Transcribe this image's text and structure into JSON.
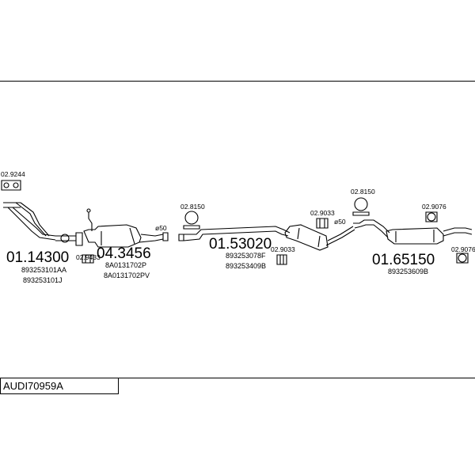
{
  "document": {
    "title_code": "AUDI70959A"
  },
  "parts": [
    {
      "id": "p1",
      "number": "01.14300",
      "refs": [
        "893253101AA",
        "893253101J"
      ]
    },
    {
      "id": "p2",
      "number": "04.3456",
      "refs": [
        "8A0131702P",
        "8A0131702PV"
      ]
    },
    {
      "id": "p3",
      "number": "01.53020",
      "refs": [
        "893253078F",
        "893253409B"
      ]
    },
    {
      "id": "p4",
      "number": "01.65150",
      "refs": [
        "893253609B"
      ]
    }
  ],
  "accessories": {
    "a1": "02.9244",
    "a2": "02.9433",
    "a3": "02.8150",
    "a4": "02.9033",
    "a5": "02.8150",
    "a6": "02.9033",
    "a7": "02.9076",
    "a8": "02.9076"
  },
  "pipe_diameters": {
    "d1": "ø50",
    "d2": "ø50"
  }
}
